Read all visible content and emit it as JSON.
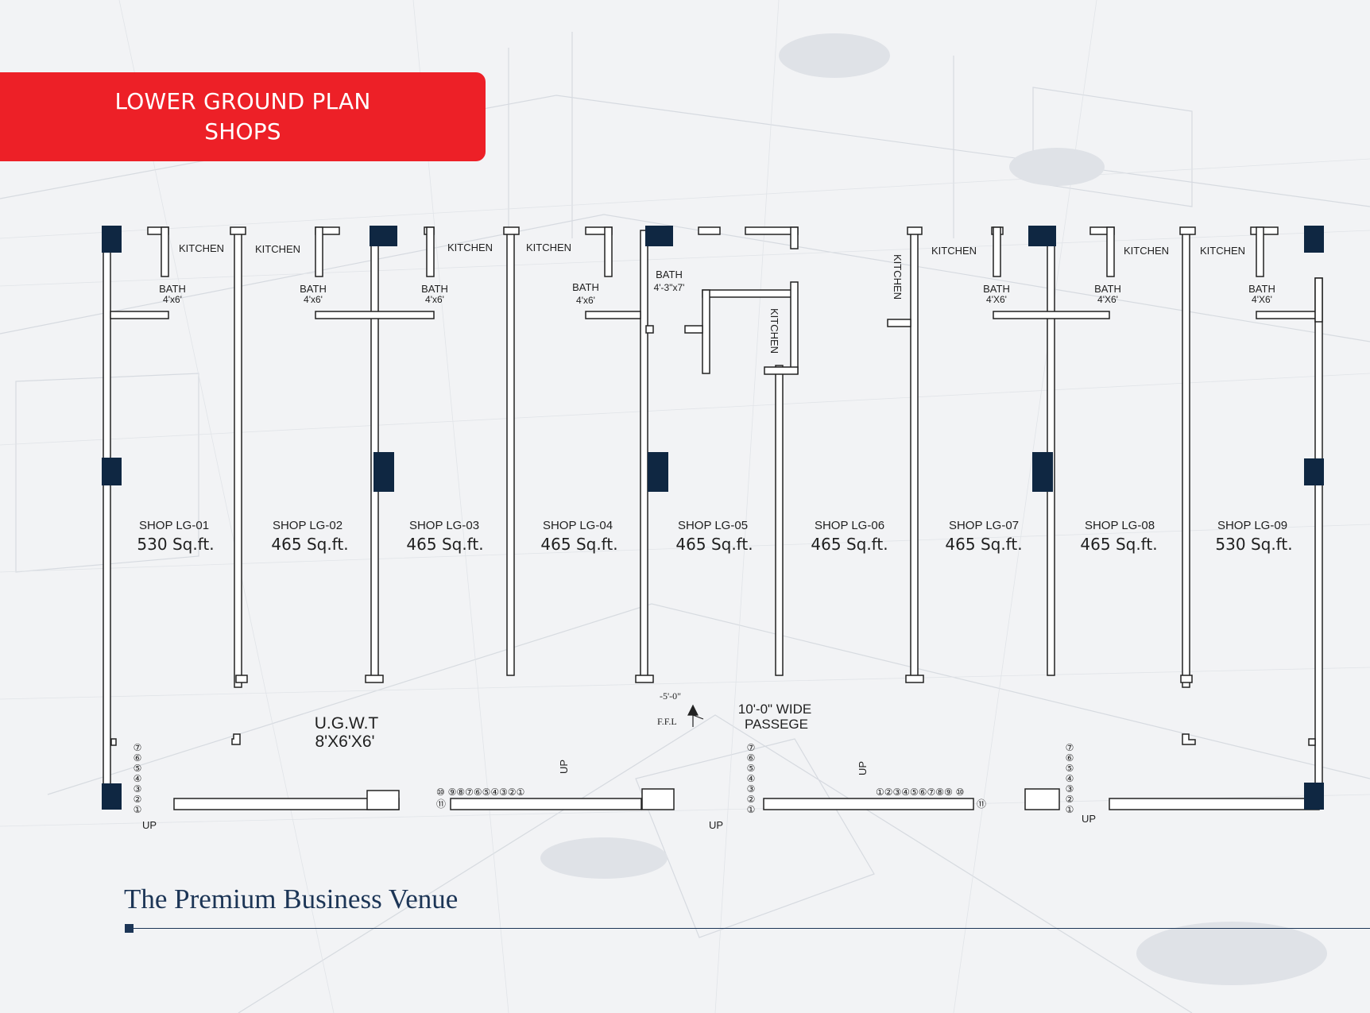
{
  "banner": {
    "line1": "LOWER GROUND PLAN",
    "line2": "SHOPS"
  },
  "shops": [
    {
      "name": "SHOP LG-01",
      "area": "530 Sq.ft."
    },
    {
      "name": "SHOP LG-02",
      "area": "465 Sq.ft."
    },
    {
      "name": "SHOP LG-03",
      "area": "465 Sq.ft."
    },
    {
      "name": "SHOP LG-04",
      "area": "465 Sq.ft."
    },
    {
      "name": "SHOP LG-05",
      "area": "465 Sq.ft."
    },
    {
      "name": "SHOP LG-06",
      "area": "465 Sq.ft."
    },
    {
      "name": "SHOP LG-07",
      "area": "465 Sq.ft."
    },
    {
      "name": "SHOP LG-08",
      "area": "465 Sq.ft."
    },
    {
      "name": "SHOP LG-09",
      "area": "530 Sq.ft."
    }
  ],
  "labels": {
    "kitchen": "KITCHEN",
    "bath": "BATH",
    "bath_size_lower": "4'x6'",
    "bath_size_upper": "4'X6'",
    "bath_size_special": "4'-3\"x7'",
    "ugwt": "U.G.W.T",
    "ugwt_size": "8'X6'X6'",
    "passage_line1": "10'-0\" WIDE",
    "passage_line2": "PASSEGE",
    "level": "-5'-0\"",
    "ffl": "F.F.L",
    "up": "UP"
  },
  "stair_steps": {
    "vertical_7": "⑦⑥⑤④③②①",
    "row_left": "⑩ ⑨⑧⑦⑥⑤④③②①",
    "row_left_last": "⑪",
    "row_right": "①②③④⑤⑥⑦⑧⑨ ⑩",
    "row_right_last": "⑪"
  },
  "footer": {
    "tagline": "The Premium Business Venue"
  },
  "colors": {
    "banner": "#ed2027",
    "column": "#0f2742",
    "footer": "#1c3556"
  }
}
